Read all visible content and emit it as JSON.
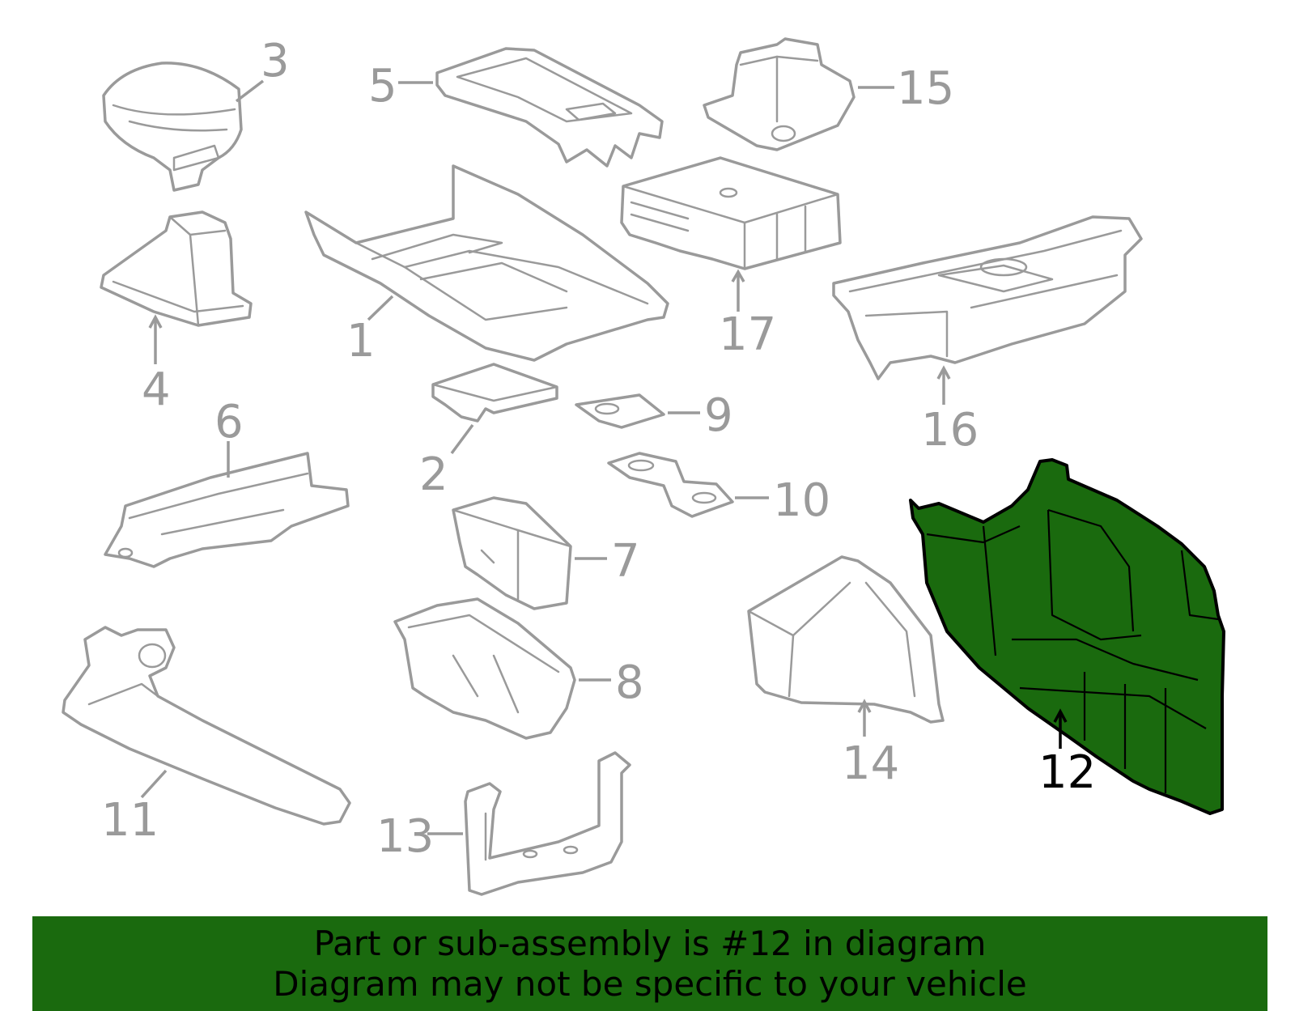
{
  "callouts": {
    "c1": "1",
    "c2": "2",
    "c3": "3",
    "c4": "4",
    "c5": "5",
    "c6": "6",
    "c7": "7",
    "c8": "8",
    "c9": "9",
    "c10": "10",
    "c11": "11",
    "c12": "12",
    "c13": "13",
    "c14": "14",
    "c15": "15",
    "c16": "16",
    "c17": "17"
  },
  "highlighted_part": "12",
  "colors": {
    "highlight": "#1a6a0e",
    "line_art": "#9a9a9a",
    "banner_text": "#000000"
  },
  "banner": {
    "line1": "Part or sub-assembly is #12 in diagram",
    "line2": "Diagram may not be specific to your vehicle"
  }
}
